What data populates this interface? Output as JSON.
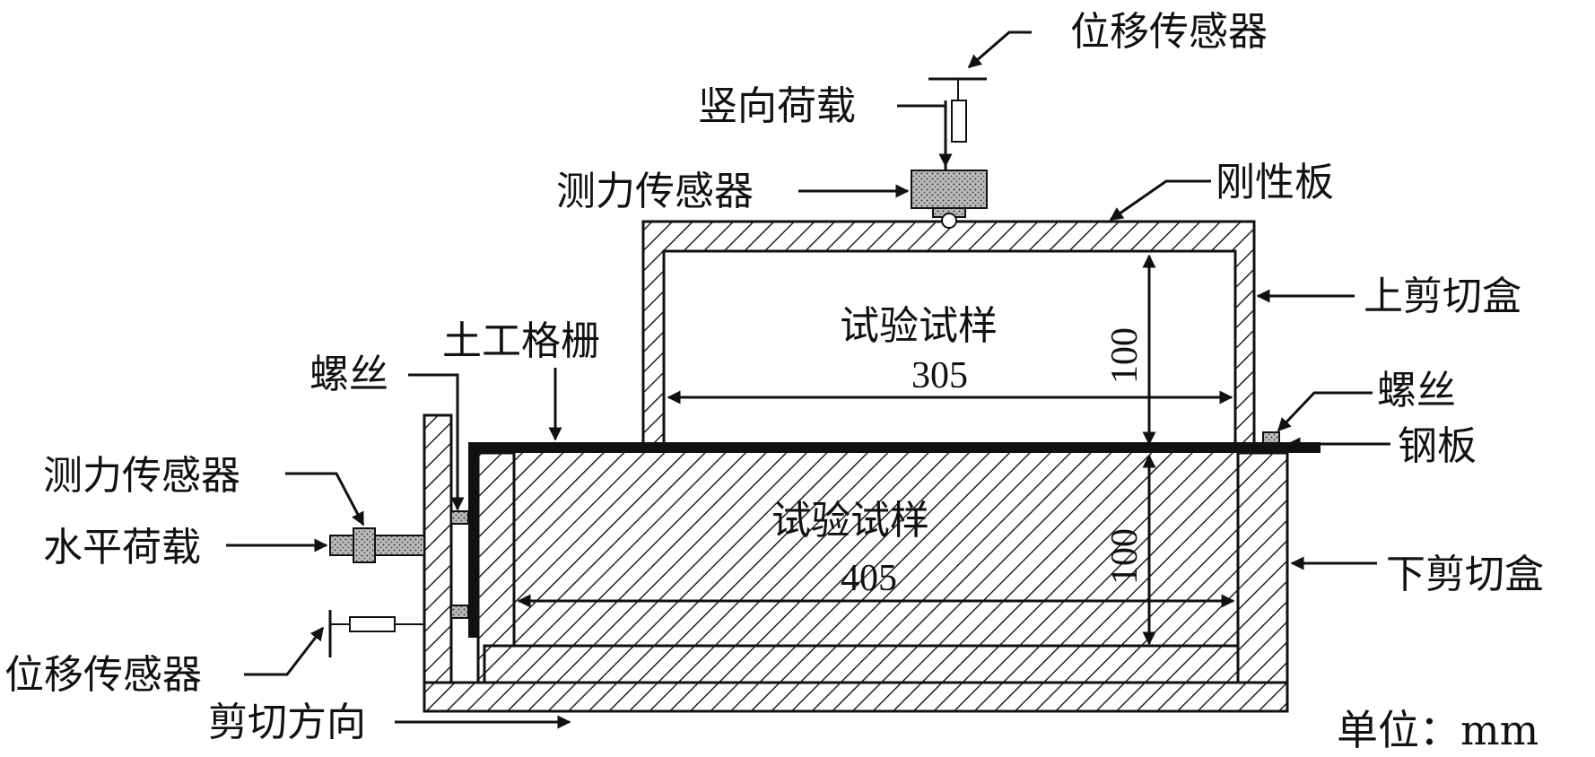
{
  "labels": {
    "top_displacement_sensor": "位移传感器",
    "vertical_load": "竖向荷载",
    "top_force_sensor": "测力传感器",
    "rigid_plate": "刚性板",
    "upper_shear_box": "上剪切盒",
    "upper_sample": "试验试样",
    "upper_width": "305",
    "upper_height": "100",
    "geogrid": "土工格栅",
    "left_screw": "螺丝",
    "right_screw": "螺丝",
    "steel_plate": "钢板",
    "left_force_sensor": "测力传感器",
    "horizontal_load": "水平荷载",
    "lower_sample": "试验试样",
    "lower_width": "405",
    "lower_height": "100",
    "lower_shear_box": "下剪切盒",
    "bottom_displacement_sensor": "位移传感器",
    "shear_direction": "剪切方向",
    "unit": "单位：mm"
  }
}
